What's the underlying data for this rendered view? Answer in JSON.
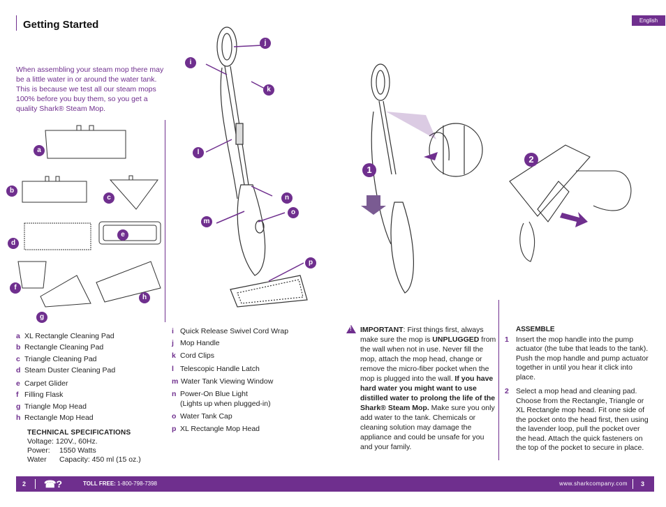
{
  "header": {
    "title": "Getting Started",
    "language": "English"
  },
  "intro": {
    "text": "When assembling your steam mop there may be a little water in or around the water tank. This is because we test all our steam mops 100% before you buy them, so you get a quality Shark® Steam Mop."
  },
  "parts_left": [
    {
      "key": "a",
      "label": "XL Rectangle Cleaning Pad"
    },
    {
      "key": "b",
      "label": "Rectangle Cleaning Pad"
    },
    {
      "key": "c",
      "label": "Triangle Cleaning Pad"
    },
    {
      "key": "d",
      "label": "Steam Duster Cleaning Pad"
    },
    {
      "key": "e",
      "label": "Carpet Glider"
    },
    {
      "key": "f",
      "label": "Filling Flask"
    },
    {
      "key": "g",
      "label": "Triangle Mop Head"
    },
    {
      "key": "h",
      "label": "Rectangle Mop Head"
    }
  ],
  "parts_mid": [
    {
      "key": "i",
      "label": "Quick Release Swivel Cord Wrap"
    },
    {
      "key": "j",
      "label": "Mop Handle"
    },
    {
      "key": "k",
      "label": "Cord Clips"
    },
    {
      "key": "l",
      "label": "Telescopic Handle Latch"
    },
    {
      "key": "m",
      "label": "Water Tank Viewing Window"
    },
    {
      "key": "n",
      "label": "Power-On Blue Light"
    },
    {
      "key": "n2",
      "label": "(Lights up when plugged-in)"
    },
    {
      "key": "o",
      "label": "Water Tank Cap"
    },
    {
      "key": "p",
      "label": "XL Rectangle Mop Head"
    }
  ],
  "specs": {
    "heading": "TECHNICAL SPECIFICATIONS",
    "voltage": "Voltage: 120V., 60Hz.",
    "power_label": "Power:",
    "power_value": "1550 Watts",
    "water_label": "Water",
    "water_value": "Capacity: 450 ml (15 oz.)"
  },
  "important": {
    "lead": "IMPORTANT",
    "t1": ": First things first, always make sure the mop is ",
    "unplugged": "UNPLUGGED",
    "t2": " from the wall when not in use. Never fill the mop, attach the mop head, change or remove the micro-fiber pocket when the mop is plugged into the wall. ",
    "bold2": "If you have hard water you might want to use distilled water to prolong the life of the Shark® Steam Mop.",
    "t3": " Make sure you only add water to the tank. Chemicals or cleaning solution may damage the appliance and could be unsafe for you and your family."
  },
  "assemble": {
    "heading": "ASSEMBLE",
    "steps": [
      {
        "n": "1",
        "text": "Insert the mop handle into the pump actuator (the tube that leads to the tank). Push the mop handle and pump actuator together in until you hear it click into place."
      },
      {
        "n": "2",
        "text": "Select a mop head and cleaning pad. Choose from the Rectangle, Triangle or XL Rectangle mop head. Fit one side of the pocket onto the head first, then using the lavender loop, pull the pocket over the head. Attach the quick fasteners on the top of the pocket to secure in place."
      }
    ]
  },
  "figure_steps": {
    "one": "1",
    "two": "2"
  },
  "footer": {
    "page_left": "2",
    "phone_icon": "☎?",
    "tollfree_label": "TOLL FREE:",
    "tollfree_number": " 1-800-798-7398",
    "url": "www.sharkcompany.com",
    "page_right": "3"
  },
  "colors": {
    "accent": "#6f2f8e"
  }
}
